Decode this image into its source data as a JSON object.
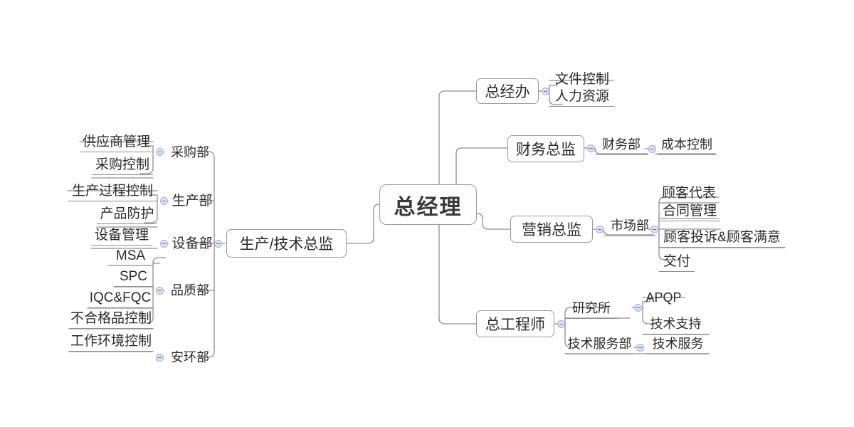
{
  "diagram": {
    "title": "企业组织/质量管理体系思维导图",
    "type": "mindmap",
    "line_color": "#8f8f8f",
    "node_border_color": "#9a9a9a",
    "text_color": "#2b2b2b",
    "toggle_color": "#dbe4f4"
  },
  "root": {
    "label": "总经理"
  },
  "right_branches": [
    {
      "label": "总经办",
      "children": [
        {
          "label": "文件控制"
        },
        {
          "label": "人力资源"
        }
      ]
    },
    {
      "label": "财务总监",
      "children": [
        {
          "label": "财务部",
          "children": [
            {
              "label": "成本控制"
            }
          ]
        }
      ]
    },
    {
      "label": "营销总监",
      "children": [
        {
          "label": "市场部",
          "children": [
            {
              "label": "顾客代表"
            },
            {
              "label": "合同管理"
            },
            {
              "label": "顾客投诉&顾客满意"
            },
            {
              "label": "交付"
            }
          ]
        }
      ]
    },
    {
      "label": "总工程师",
      "children": [
        {
          "label": "研究所",
          "children": [
            {
              "label": "APQP"
            },
            {
              "label": "技术支持"
            }
          ]
        },
        {
          "label": "技术服务部",
          "children": [
            {
              "label": "技术服务"
            }
          ]
        }
      ]
    }
  ],
  "left_branches": [
    {
      "label": "生产/技术总监",
      "children": [
        {
          "label": "采购部",
          "children": [
            {
              "label": "供应商管理"
            },
            {
              "label": "采购控制"
            }
          ]
        },
        {
          "label": "生产部",
          "children": [
            {
              "label": "生产过程控制"
            },
            {
              "label": "产品防护"
            }
          ]
        },
        {
          "label": "设备部",
          "children": [
            {
              "label": "设备管理"
            }
          ]
        },
        {
          "label": "品质部",
          "children": [
            {
              "label": "MSA"
            },
            {
              "label": "SPC"
            },
            {
              "label": "IQC&FQC"
            },
            {
              "label": "不合格品控制"
            }
          ]
        },
        {
          "label": "安环部",
          "children": [
            {
              "label": "工作环境控制"
            }
          ]
        }
      ]
    }
  ]
}
